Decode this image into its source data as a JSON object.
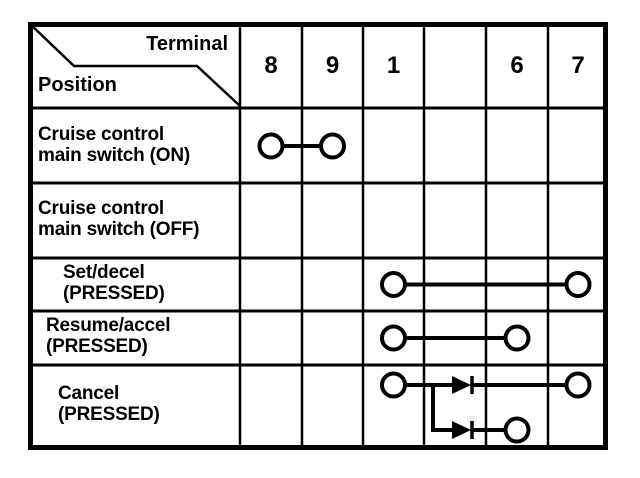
{
  "header": {
    "terminal_label": "Terminal",
    "position_label": "Position",
    "terminals": [
      "8",
      "9",
      "1",
      "",
      "6",
      "7"
    ]
  },
  "rows": [
    {
      "label_line1": "Cruise control",
      "label_line2": "main switch (ON)",
      "connections": [
        {
          "from": "8",
          "to": "9",
          "diode": false
        }
      ]
    },
    {
      "label_line1": "Cruise control",
      "label_line2": "main switch (OFF)",
      "connections": []
    },
    {
      "label_line1": "Set/decel",
      "label_line2": "(PRESSED)",
      "connections": [
        {
          "from": "1",
          "to": "7",
          "diode": false
        }
      ]
    },
    {
      "label_line1": "Resume/accel",
      "label_line2": "(PRESSED)",
      "connections": [
        {
          "from": "1",
          "to": "6",
          "diode": false
        }
      ]
    },
    {
      "label_line1": "Cancel",
      "label_line2": "(PRESSED)",
      "connections": [
        {
          "from": "1",
          "to": "7",
          "diode": true
        },
        {
          "from": "1",
          "to": "6",
          "diode": true
        }
      ]
    }
  ],
  "colors": {
    "ink": "#000000",
    "paper": "#ffffff"
  }
}
